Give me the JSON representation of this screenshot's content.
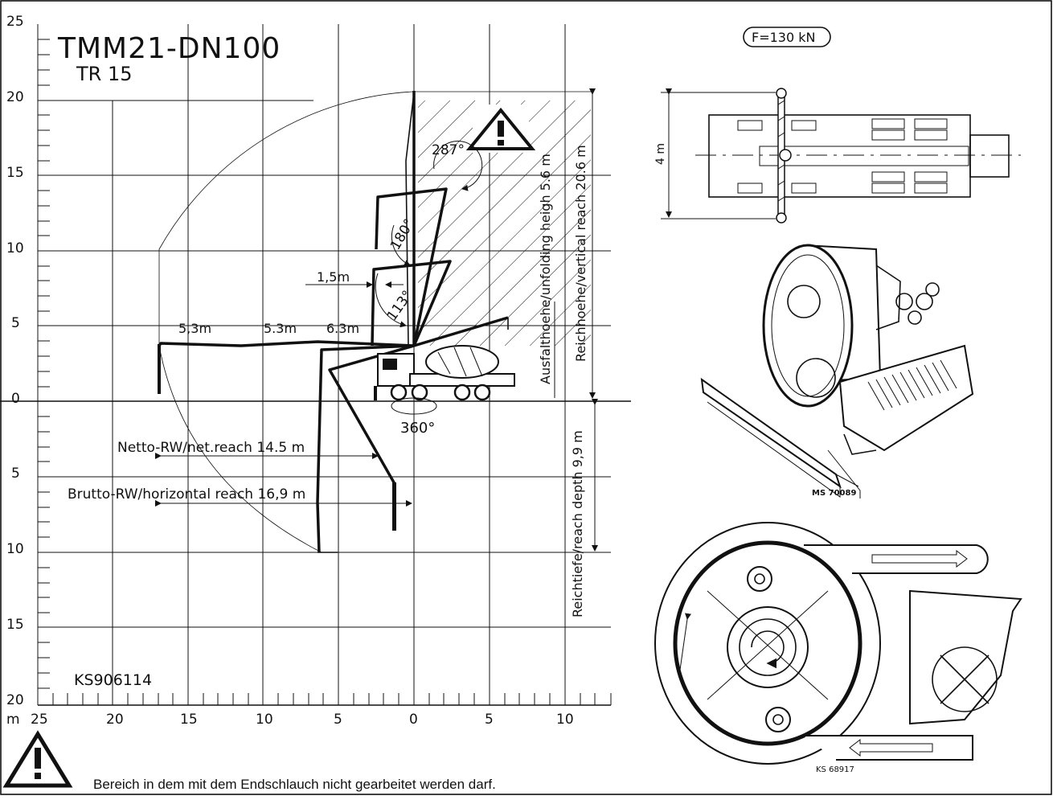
{
  "diagram": {
    "model": "TMM21-DN100",
    "subtitle": "TR 15",
    "doc_code": "KS906114",
    "unit_label": "m",
    "y_axis_labels_up": [
      "0",
      "5",
      "10",
      "15",
      "20",
      "25"
    ],
    "y_axis_labels_down": [
      "5",
      "10",
      "15",
      "20"
    ],
    "x_axis_labels": [
      "25",
      "20",
      "15",
      "10",
      "5",
      "0",
      "5",
      "10"
    ],
    "boom_sections": [
      "5,3m",
      "5.3m",
      "6.3m"
    ],
    "offset_label": "1,5m",
    "angles": [
      "287°",
      "180°",
      "113°",
      "360°"
    ],
    "net_reach": "Netto-RW/net.reach 14.5 m",
    "gross_reach": "Brutto-RW/horizontal reach 16,9 m",
    "vertical_reach": "Reichhoehe/vertical reach 20.6 m",
    "unfolding_height": "Ausfalthoehe/unfolding heigh 5.6 m",
    "reach_depth": "Reichtiefe/reach depth 9,9 m"
  },
  "outrigger": {
    "force": "F=130 kN",
    "width": "4 m"
  },
  "pump_iso": {
    "code": "MS 70089"
  },
  "pump_section": {
    "code": "KS 68917"
  },
  "warning": {
    "text": "Bereich in dem mit dem Endschlauch nicht gearbeitet werden darf."
  }
}
